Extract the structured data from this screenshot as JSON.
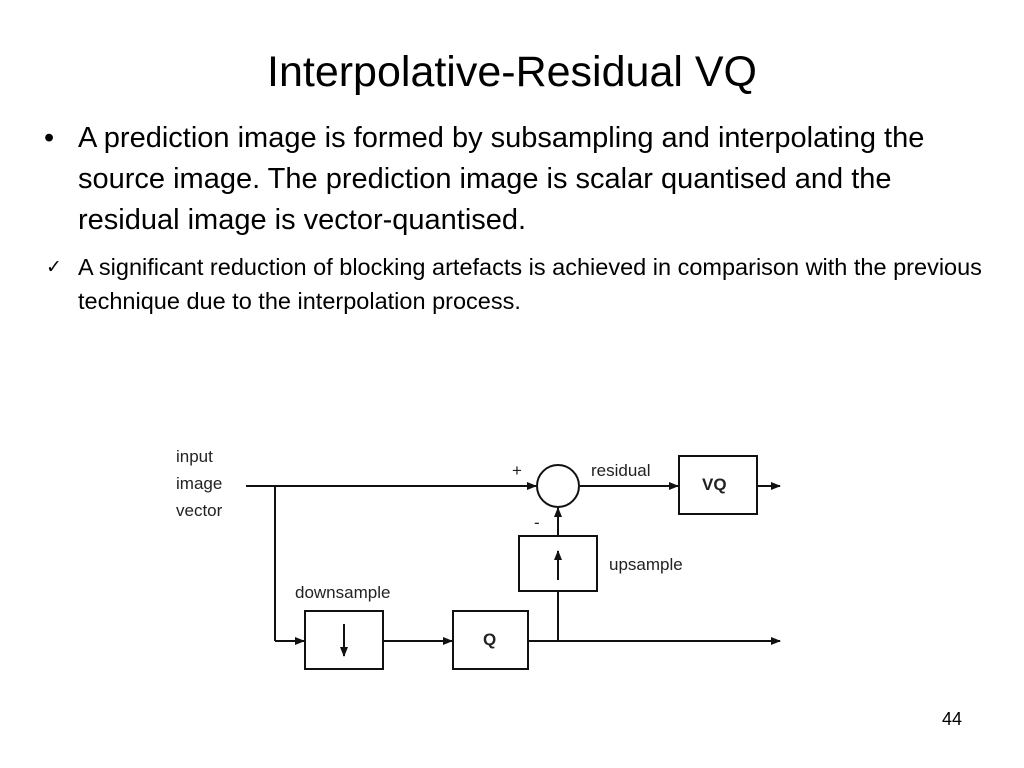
{
  "slide": {
    "title": "Interpolative-Residual VQ",
    "bullets": [
      {
        "marker": "•",
        "text": "A prediction image is formed by subsampling and interpolating the source image. The prediction image is scalar quantised and the residual image is vector-quantised."
      },
      {
        "marker": "✓",
        "text": "A significant reduction of blocking artefacts is achieved in comparison with the previous technique due to the interpolation process."
      }
    ],
    "page_number": "44"
  },
  "diagram": {
    "input_label_line1": "input",
    "input_label_line2": "image",
    "input_label_line3": "vector",
    "plus_sign": "+",
    "minus_sign": "-",
    "residual_label": "residual",
    "vq_block": "VQ",
    "upsample_label": "upsample",
    "downsample_label": "downsample",
    "q_block": "Q"
  }
}
